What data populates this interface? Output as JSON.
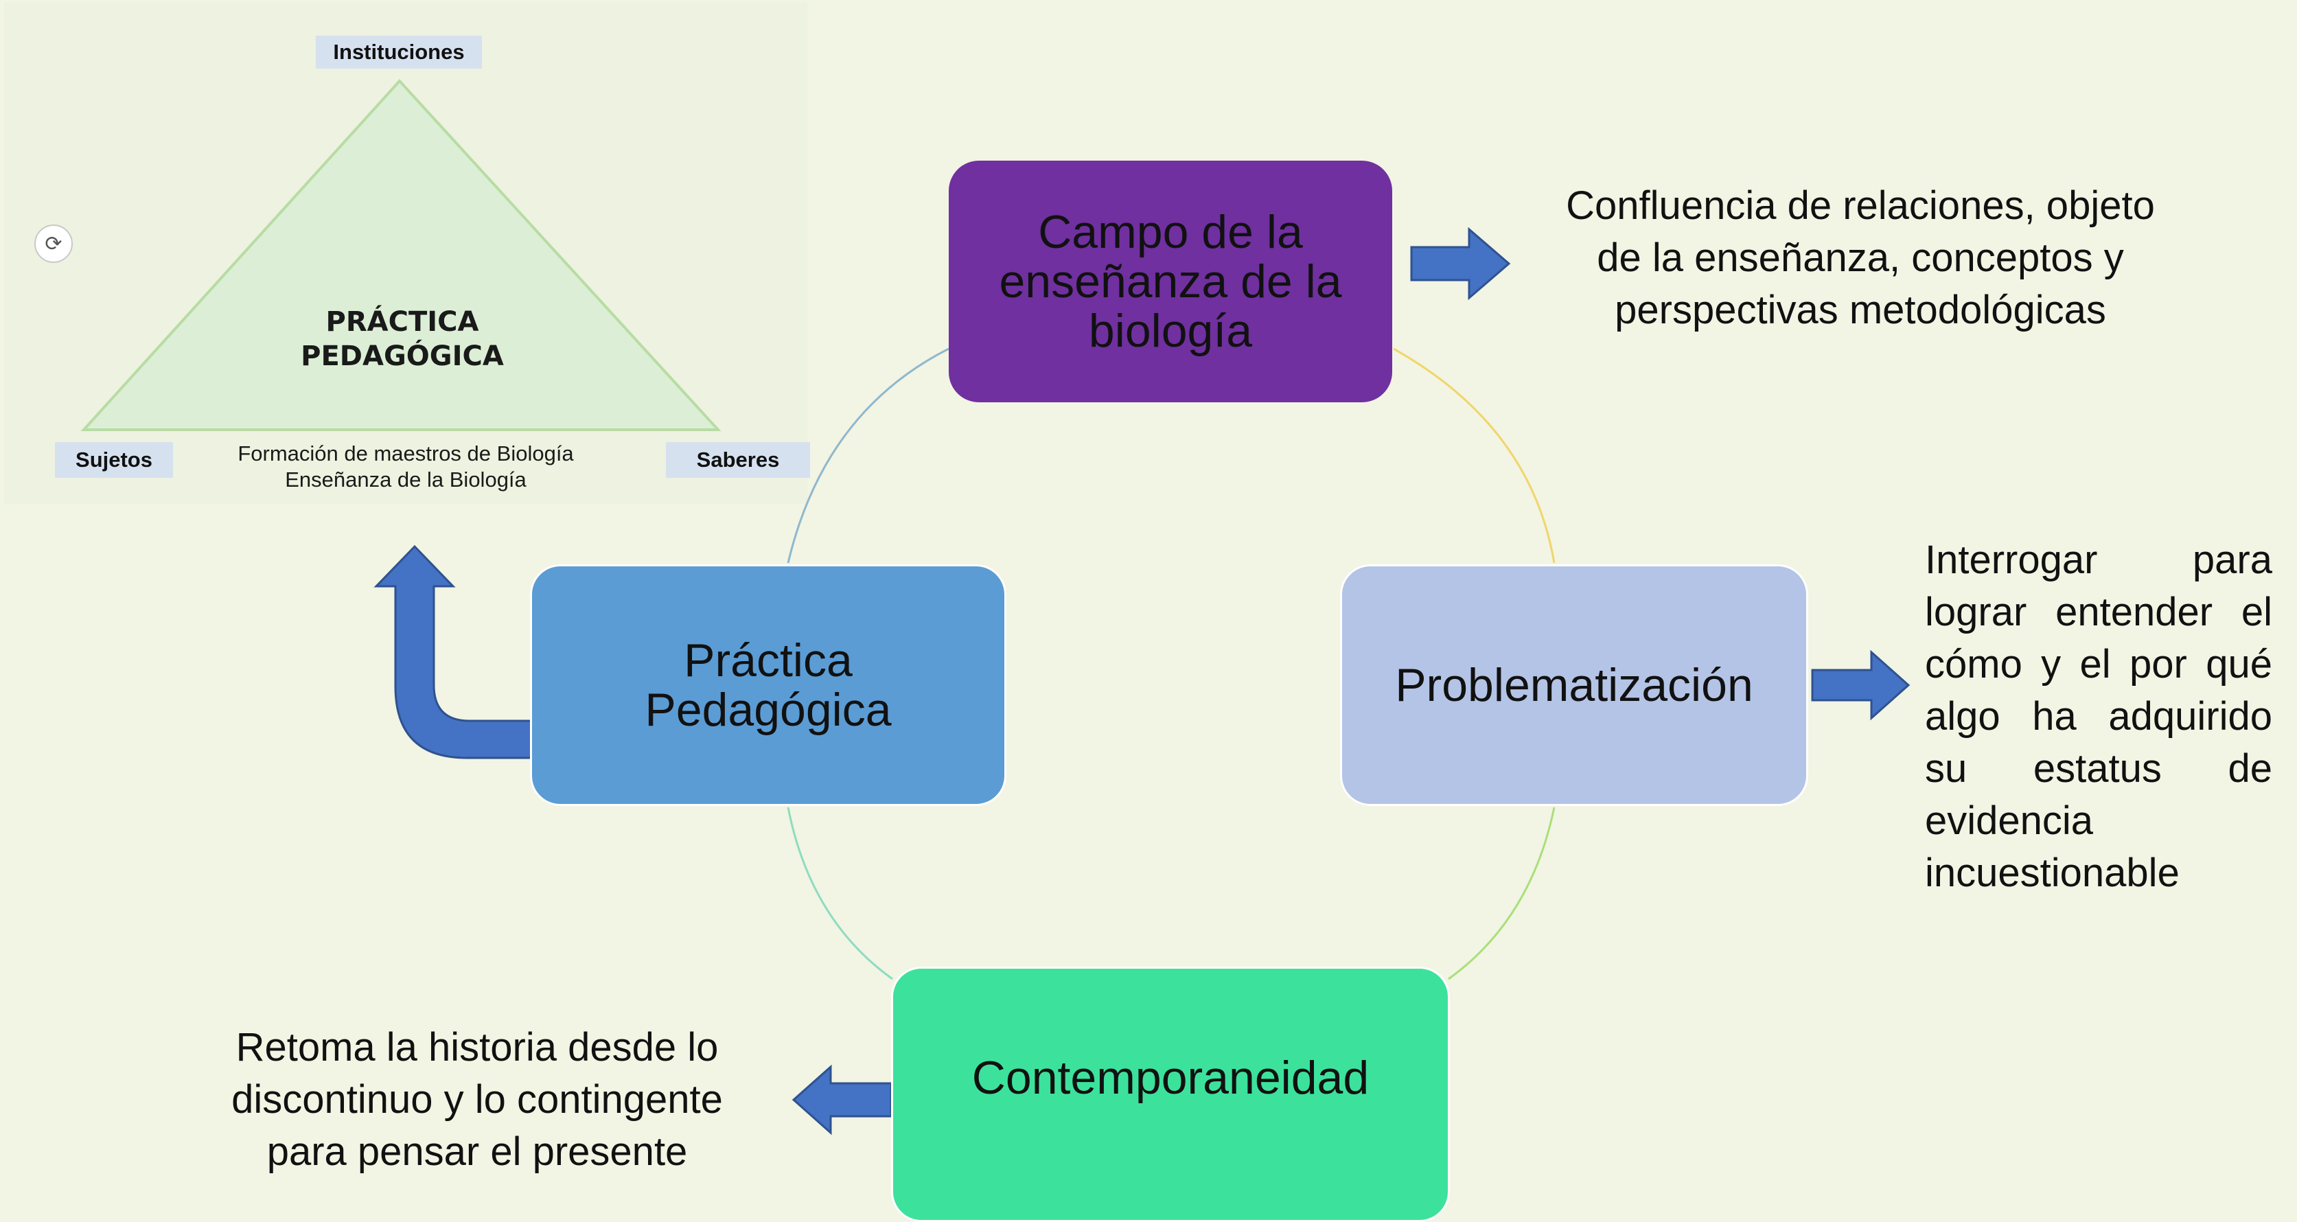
{
  "inset": {
    "top_label": "Instituciones",
    "left_label": "Sujetos",
    "right_label": "Saberes",
    "center_label": "PRÁCTICA\nPEDAGÓGICA",
    "bottom_line1": "Formación de maestros de Biología",
    "bottom_line2": "Enseñanza de la Biología",
    "triangle_fill": "#dcefd6",
    "triangle_stroke": "#b8dca4"
  },
  "nodes": {
    "campo": {
      "label": "Campo de la\nenseñanza de la\nbiología",
      "color": "#7030a0"
    },
    "problematizacion": {
      "label": "Problematización",
      "color": "#b4c4e6"
    },
    "contemporaneidad": {
      "label": "Contemporaneidad",
      "color": "#3ce29c"
    },
    "practica": {
      "label": "Práctica\nPedagógica",
      "color": "#5b9cd4"
    }
  },
  "descriptions": {
    "campo": "Confluencia de relaciones, objeto\nde la enseñanza, conceptos y\nperspectivas metodológicas",
    "problematizacion": "Interrogar para lograr entender el cómo y el por qué algo ha adquirido su estatus de evidencia incuestionable",
    "contemporaneidad": "Retoma la historia desde lo\ndiscontinuo y lo contingente\npara pensar el presente"
  },
  "colors": {
    "arrow_fill": "#4472c4",
    "arrow_stroke": "#2f528f"
  }
}
